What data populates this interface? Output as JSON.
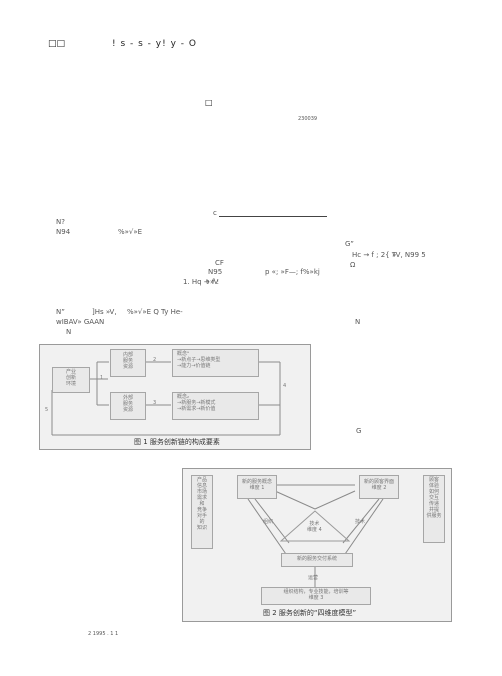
{
  "header": {
    "mark": "□□",
    "title_text": "! s - s - y! y - O",
    "small_mark": "□",
    "code": "230039"
  },
  "body_fragments": [
    "c",
    "N?",
    "N94",
    "%»√»E",
    "G”",
    "CF",
    "N95",
    "1. Hq → f :",
    "t",
    "»V",
    "N”",
    "]Hs  »V,",
    "%»√»E Q Ty He-",
    "wIBAV»  GAAN",
    "N",
    "N",
    "G",
    "Hc → f ; 2{ T",
    "»V, N99 5",
    "p «; »F—; f%»kj",
    "Ω"
  ],
  "figure1": {
    "caption": "图 1   服务创新链的构成要素",
    "left_box": [
      "产业",
      "创新",
      "环境"
    ],
    "mid_top_box": [
      "内部",
      "服务",
      "资源"
    ],
    "mid_bottom_box": [
      "外部",
      "服务",
      "资源"
    ],
    "right_top_box": [
      "概念ᵃ",
      "→新点子→思维类型",
      "→能力→价值链"
    ],
    "right_bottom_box": [
      "概念₂",
      "→新服务→新模式",
      "→新需求→新价值"
    ],
    "arrow_labels": [
      "1",
      "2",
      "3",
      "4",
      "5"
    ]
  },
  "figure2": {
    "caption": "图 2   服务创新的“四维度模型”",
    "top_left_box": [
      "新的服务概念",
      "维度 1"
    ],
    "top_right_box": [
      "新的顾客界面",
      "维度 2"
    ],
    "center_box": [
      "技术",
      "维度 4"
    ],
    "bottom_box": [
      "新的服务交付系统"
    ],
    "footer_box": [
      "组织结构，专业技能，培训等",
      "维度 3"
    ],
    "left_column": [
      "产品",
      "信息",
      "市场",
      "需求",
      "和",
      "竞争",
      "对手",
      "的",
      "知识"
    ],
    "right_column": [
      "顾客",
      "体验",
      "如何",
      "交互",
      "传递",
      "并提",
      "供服务"
    ],
    "side_labels": [
      "组织",
      "技术",
      "运营"
    ]
  },
  "footer": {
    "page": "2 1995 . 1 1"
  }
}
